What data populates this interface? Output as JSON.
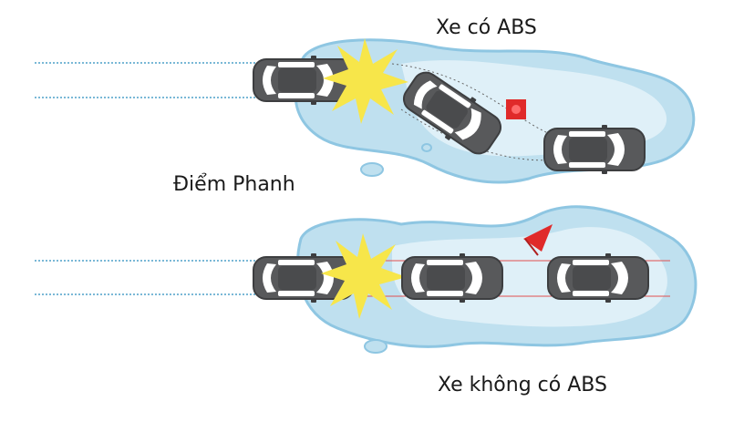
{
  "labels": {
    "with_abs": "Xe có ABS",
    "braking_point": "Điểm Phanh",
    "without_abs": "Xe không có ABS"
  },
  "colors": {
    "water_fill": "#bfe0ef",
    "water_light": "#dff0f8",
    "water_edge": "#8ec6e2",
    "car_body": "#58595b",
    "car_glass": "#ffffff",
    "burst": "#f7e64a",
    "marker_red": "#e02a2a",
    "speed_lines": "#7ab8d6",
    "trail_line": "#e05050"
  },
  "icons": {
    "obstacle_abs": "red-square-marker-icon",
    "obstacle_noabs": "red-flag-marker-icon",
    "brake_flash": "starburst-icon"
  }
}
